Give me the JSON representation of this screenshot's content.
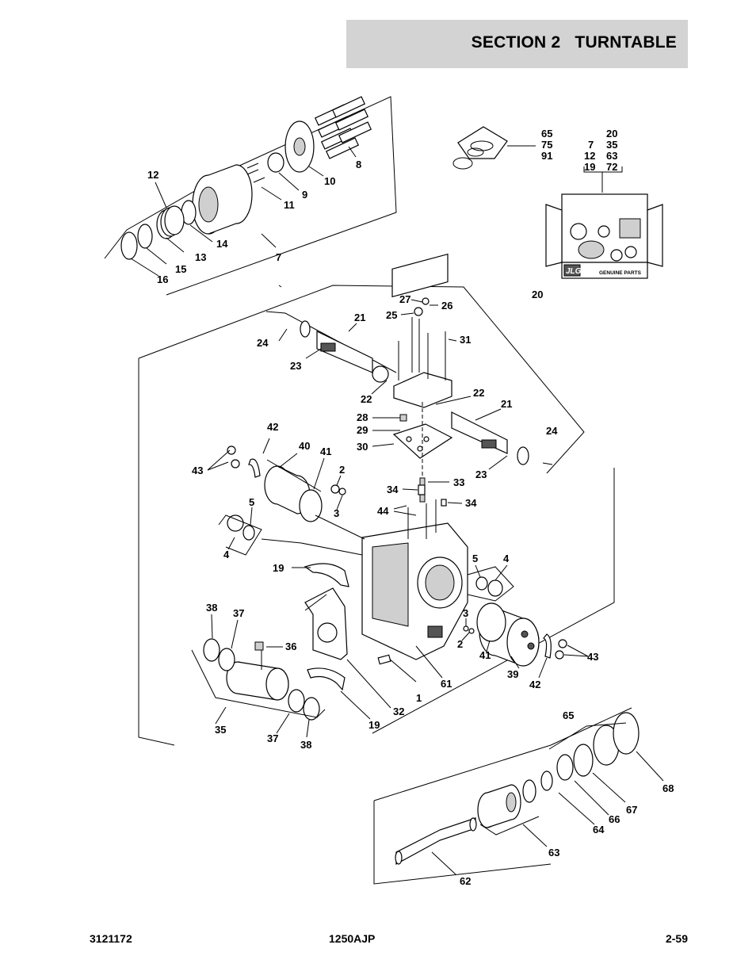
{
  "header": {
    "section": "SECTION 2",
    "title": "TURNTABLE",
    "full": "SECTION 2   TURNTABLE"
  },
  "footer": {
    "doc_number": "3121172",
    "model": "1250AJP",
    "page": "2-59"
  },
  "kit": {
    "brand": "JLG",
    "label": "GENUINE PARTS"
  },
  "labels": {
    "l1": "1",
    "l2a": "2",
    "l2b": "2",
    "l3a": "3",
    "l3b": "3",
    "l4a": "4",
    "l4b": "4",
    "l5a": "5",
    "l5b": "5",
    "l7": "7",
    "l8": "8",
    "l9": "9",
    "l10": "10",
    "l11": "11",
    "l12": "12",
    "l13": "13",
    "l14": "14",
    "l15": "15",
    "l16": "16",
    "l19a": "19",
    "l19b": "19",
    "l20": "20",
    "l21a": "21",
    "l21b": "21",
    "l22a": "22",
    "l22b": "22",
    "l23a": "23",
    "l23b": "23",
    "l24a": "24",
    "l24b": "24",
    "l25": "25",
    "l26": "26",
    "l27": "27",
    "l28": "28",
    "l29": "29",
    "l30": "30",
    "l31": "31",
    "l32": "32",
    "l33": "33",
    "l34a": "34",
    "l34b": "34",
    "l35": "35",
    "l36": "36",
    "l37a": "37",
    "l37b": "37",
    "l38a": "38",
    "l38b": "38",
    "l39": "39",
    "l40": "40",
    "l41a": "41",
    "l41b": "41",
    "l42a": "42",
    "l42b": "42",
    "l43a": "43",
    "l43b": "43",
    "l44": "44",
    "l61": "61",
    "l62": "62",
    "l63": "63",
    "l64": "64",
    "l65": "65",
    "l66": "66",
    "l67": "67",
    "l68": "68"
  },
  "seal_kit_callout": {
    "col1": [
      "65",
      "75",
      "91"
    ]
  },
  "service_kit_callout": {
    "col1": [
      "7",
      "12",
      "19"
    ],
    "col2": [
      "20",
      "35",
      "63",
      "72"
    ]
  }
}
